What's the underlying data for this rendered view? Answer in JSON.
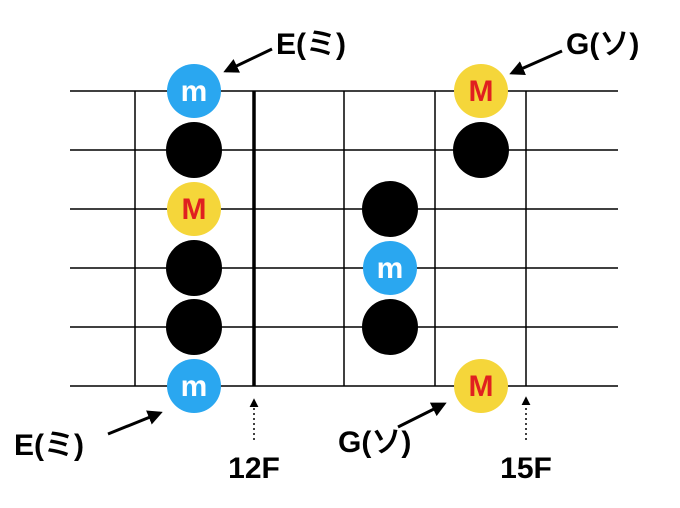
{
  "diagram": {
    "colors": {
      "string": "#000000",
      "fret": "#000000",
      "dot": "#000000",
      "minor_fill": "#2aa7f0",
      "major_fill": "#f5d63a",
      "minor_text": "#ffffff",
      "major_text": "#e02020"
    },
    "marks": [
      {
        "string": 1,
        "fret": 12,
        "type": "minor",
        "label": "m"
      },
      {
        "string": 2,
        "fret": 12,
        "type": "dot",
        "label": ""
      },
      {
        "string": 3,
        "fret": 12,
        "type": "major",
        "label": "M"
      },
      {
        "string": 4,
        "fret": 12,
        "type": "dot",
        "label": ""
      },
      {
        "string": 5,
        "fret": 12,
        "type": "dot",
        "label": ""
      },
      {
        "string": 6,
        "fret": 12,
        "type": "minor",
        "label": "m"
      },
      {
        "string": 3,
        "fret": 14,
        "type": "dot",
        "label": ""
      },
      {
        "string": 4,
        "fret": 14,
        "type": "minor",
        "label": "m"
      },
      {
        "string": 5,
        "fret": 14,
        "type": "dot",
        "label": ""
      },
      {
        "string": 1,
        "fret": 15,
        "type": "major",
        "label": "M"
      },
      {
        "string": 2,
        "fret": 15,
        "type": "dot",
        "label": ""
      },
      {
        "string": 6,
        "fret": 15,
        "type": "major",
        "label": "M"
      }
    ],
    "annotations": {
      "top_left": "E(ミ)",
      "top_right": "G(ソ)",
      "bottom_left": "E(ミ)",
      "bottom_mid": "G(ソ)"
    },
    "fret_labels": {
      "twelve": "12F",
      "fifteen": "15F"
    }
  }
}
